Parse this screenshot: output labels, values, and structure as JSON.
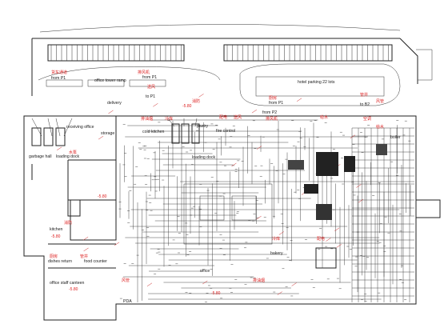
{
  "colors": {
    "line": "#222222",
    "label_red": "#cc2222",
    "background": "#ffffff"
  },
  "labels": {
    "office_tower_ramp": "office tower ramp",
    "hotel_parking": "hotel parking 22 lots",
    "delivery": "delivery",
    "receiving_office": "receiving office",
    "storage": "storage",
    "cold_kitchen": "cold kitchen",
    "pastry": "pastry",
    "garbage_hall": "garbage hall",
    "loading_dock": "loading dock",
    "loading_dock_2": "loading dock",
    "kitchen": "kitchen",
    "dishes_return": "dishes return",
    "food_counter": "food counter",
    "office_staff_canteen": "office staff canteen",
    "fire_control": "fire control",
    "boiler": "boiler",
    "bakery": "bakery",
    "office": "office",
    "pda": "PDA",
    "from_p1_a": "from P1",
    "from_p1_b": "from P1",
    "from_p1_c": "from P1",
    "to_p1": "to P1",
    "from_p2": "from P2",
    "to_b2": "to B2",
    "level_a": "-5.80",
    "level_b": "-5.80",
    "level_c": "-5.80",
    "level_d": "-5.80",
    "level_e": "-5.80"
  }
}
